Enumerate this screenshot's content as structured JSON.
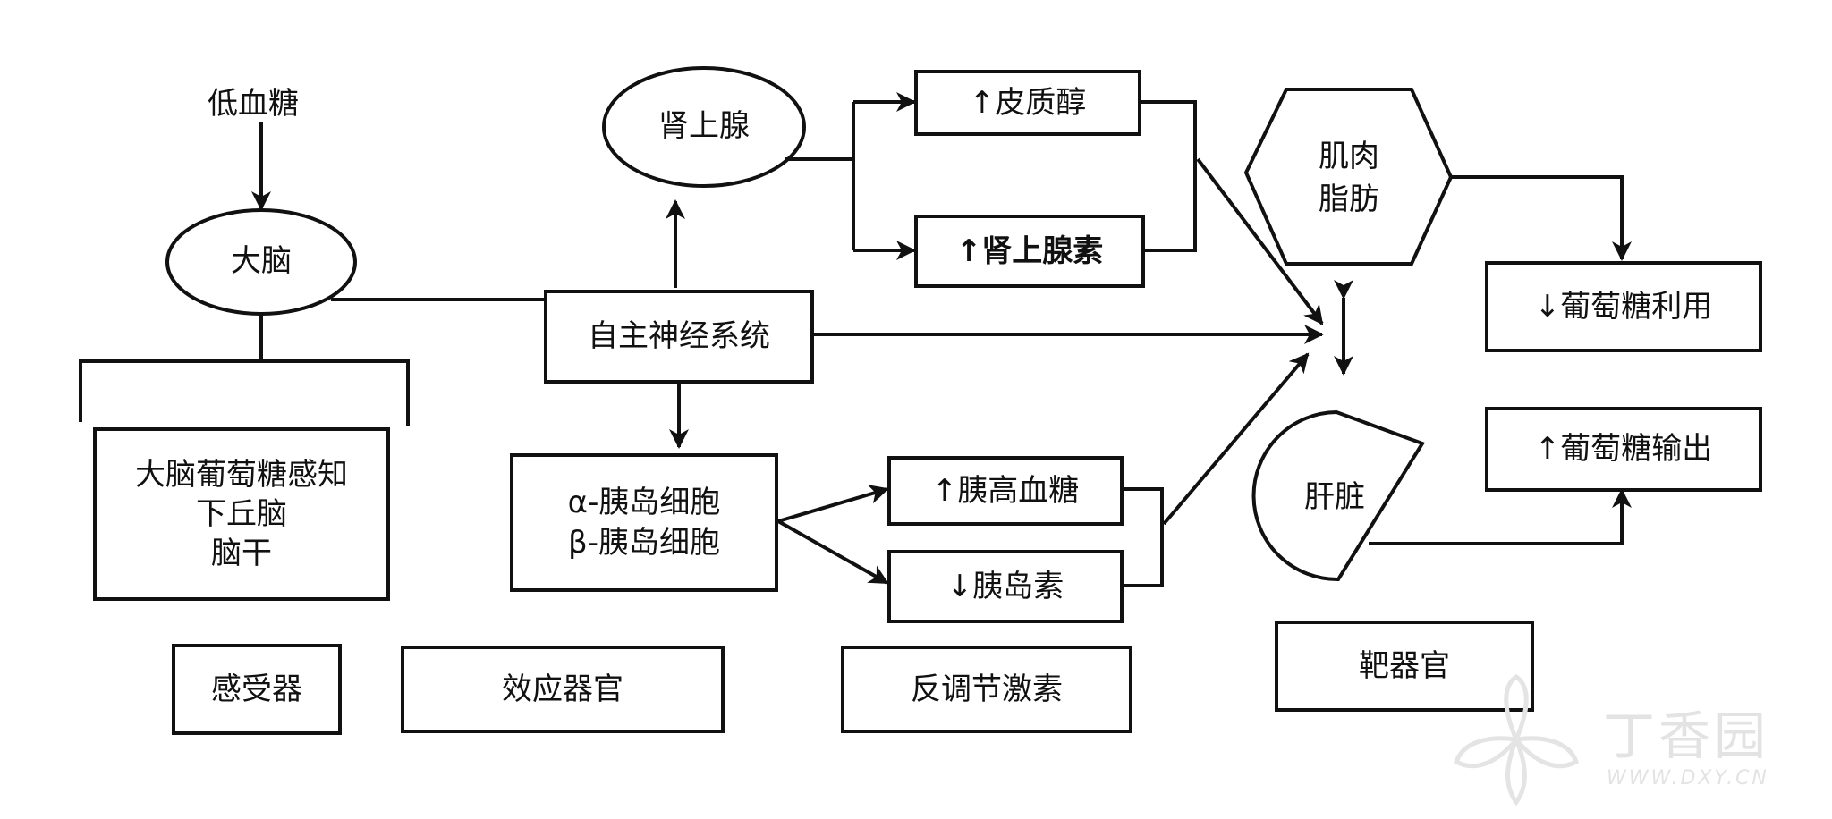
{
  "nodes": {
    "hypoglycemia": "低血糖",
    "brain": "大脑",
    "adrenal": "肾上腺",
    "cortisol": "↑皮质醇",
    "epinephrine": "↑肾上腺素",
    "ans": "自主神经系统",
    "islet_alpha": "α-胰岛细胞",
    "islet_beta": "β-胰岛细胞",
    "glucagon": "↑胰高血糖",
    "insulin": "↓胰岛素",
    "muscle": "肌肉",
    "fat": "脂肪",
    "liver": "肝脏",
    "glucose_use": "↓葡萄糖利用",
    "glucose_output": "↑葡萄糖输出",
    "sensor_line1": "大脑葡萄糖感知",
    "sensor_line2": "下丘脑",
    "sensor_line3": "脑干"
  },
  "legend": {
    "receptor": "感受器",
    "effector": "效应器官",
    "counter_hormones": "反调节激素",
    "target": "靶器官"
  },
  "watermark": {
    "brand": "丁香园",
    "url": "WWW.DXY.CN"
  }
}
